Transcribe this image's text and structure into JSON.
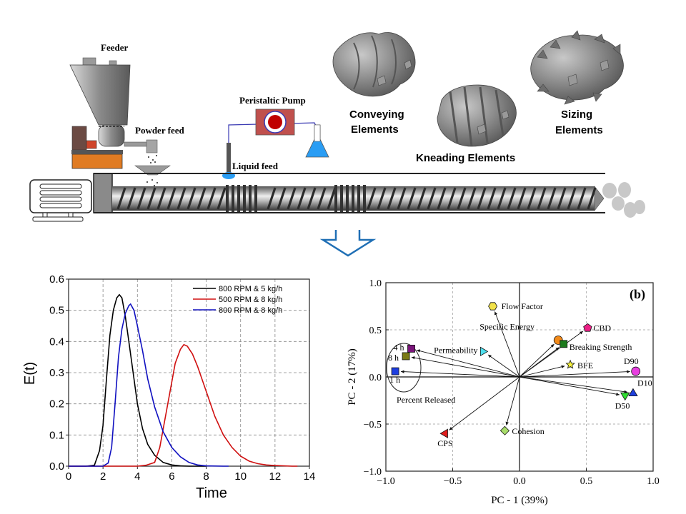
{
  "process": {
    "labels": {
      "feeder": "Feeder",
      "powder_feed": "Powder feed",
      "peristaltic_pump": "Peristaltic Pump",
      "liquid_feed": "Liquid feed",
      "conveying_1": "Conveying",
      "conveying_2": "Elements",
      "kneading": "Kneading Elements",
      "sizing_1": "Sizing",
      "sizing_2": "Elements"
    },
    "colors": {
      "feeder_metal": "#8a8a8a",
      "feeder_base": "#e07b22",
      "motor_box": "#6b4a43",
      "pump_body": "#c0504d",
      "pump_rotor": "#c00000",
      "liquid": "#2a9df4",
      "tube": "#3b3bb3",
      "screw": "#7a7a7a",
      "arrow": "#1f6fb5"
    }
  },
  "chart_data": [
    {
      "type": "line",
      "title": "",
      "xlabel": "Time",
      "ylabel": "E(t)",
      "xlim": [
        0,
        14
      ],
      "ylim": [
        0,
        0.6
      ],
      "xticks": [
        "0",
        "2",
        "4",
        "6",
        "8",
        "10",
        "12",
        "14"
      ],
      "yticks": [
        "0.0",
        "0.1",
        "0.2",
        "0.3",
        "0.4",
        "0.5",
        "0.6"
      ],
      "grid": true,
      "legend_position": "top-right",
      "series": [
        {
          "name": "800 RPM & 5 kg/h",
          "color": "#000000",
          "x": [
            0,
            1.0,
            1.5,
            1.8,
            2.0,
            2.2,
            2.4,
            2.6,
            2.8,
            2.95,
            3.1,
            3.3,
            3.5,
            3.8,
            4.0,
            4.3,
            4.6,
            5.0,
            5.5,
            6.0,
            6.5,
            7.0,
            8.0
          ],
          "y": [
            0,
            0,
            0.003,
            0.05,
            0.13,
            0.28,
            0.42,
            0.5,
            0.54,
            0.55,
            0.54,
            0.48,
            0.4,
            0.28,
            0.2,
            0.12,
            0.07,
            0.035,
            0.012,
            0.004,
            0.001,
            0,
            0
          ]
        },
        {
          "name": "500 RPM & 8 kg/h",
          "color": "#d01010",
          "x": [
            0,
            4.0,
            4.5,
            5.0,
            5.3,
            5.6,
            6.0,
            6.2,
            6.5,
            6.7,
            6.9,
            7.2,
            7.5,
            8.0,
            8.5,
            9.0,
            9.5,
            10.0,
            10.5,
            11.0,
            11.5,
            12.0,
            13.0,
            13.3
          ],
          "y": [
            0,
            0,
            0.003,
            0.012,
            0.06,
            0.15,
            0.27,
            0.33,
            0.375,
            0.39,
            0.385,
            0.36,
            0.32,
            0.24,
            0.16,
            0.1,
            0.06,
            0.032,
            0.016,
            0.008,
            0.004,
            0.002,
            0,
            0
          ]
        },
        {
          "name": "800 RPM & 8 kg/h",
          "color": "#1010c0",
          "x": [
            0,
            2.0,
            2.3,
            2.5,
            2.7,
            2.9,
            3.1,
            3.3,
            3.5,
            3.6,
            3.8,
            4.0,
            4.3,
            4.6,
            5.0,
            5.5,
            6.0,
            6.5,
            7.0,
            7.5,
            8.0,
            9.0,
            9.3
          ],
          "y": [
            0,
            0,
            0.01,
            0.06,
            0.2,
            0.35,
            0.44,
            0.49,
            0.515,
            0.52,
            0.5,
            0.45,
            0.37,
            0.28,
            0.19,
            0.11,
            0.06,
            0.03,
            0.012,
            0.004,
            0.001,
            0,
            0
          ]
        }
      ]
    },
    {
      "type": "scatter",
      "subtype": "biplot",
      "panel_label": "(b)",
      "xlabel": "PC - 1 (39%)",
      "ylabel": "PC - 2 (17%)",
      "xlim": [
        -1.0,
        1.0
      ],
      "ylim": [
        -1.0,
        1.0
      ],
      "xticks": [
        "−1.0",
        "−0.5",
        "0.0",
        "0.5",
        "1.0"
      ],
      "yticks": [
        "−1.0",
        "−0.5",
        "0.0",
        "0.5",
        "1.0"
      ],
      "grid": true,
      "group_annotation": "Percent Released",
      "points": [
        {
          "label": "Flow Factor",
          "x": -0.2,
          "y": 0.75,
          "marker": "hexagon",
          "color": "#f2e24a"
        },
        {
          "label": "Specific Energy",
          "x": 0.29,
          "y": 0.39,
          "marker": "circle",
          "color": "#f28a1a"
        },
        {
          "label": "CBD",
          "x": 0.51,
          "y": 0.52,
          "marker": "pentagon",
          "color": "#ec1f86"
        },
        {
          "label": "Breaking Strength",
          "x": 0.33,
          "y": 0.35,
          "marker": "square",
          "color": "#1c7a1c"
        },
        {
          "label": "BFE",
          "x": 0.38,
          "y": 0.13,
          "marker": "star",
          "color": "#f5f03a"
        },
        {
          "label": "D90",
          "x": 0.87,
          "y": 0.06,
          "marker": "circle",
          "color": "#e83ee0"
        },
        {
          "label": "D10",
          "x": 0.85,
          "y": -0.17,
          "marker": "triangle-up",
          "color": "#1f3fdd"
        },
        {
          "label": "D50",
          "x": 0.79,
          "y": -0.2,
          "marker": "triangle-down",
          "color": "#2fdc2f"
        },
        {
          "label": "Permeability",
          "x": -0.27,
          "y": 0.27,
          "marker": "triangle-right",
          "color": "#4fe0ee"
        },
        {
          "label": "4 h",
          "x": -0.81,
          "y": 0.3,
          "marker": "square",
          "color": "#7a157a"
        },
        {
          "label": "8 h",
          "x": -0.85,
          "y": 0.22,
          "marker": "square",
          "color": "#7a7a14"
        },
        {
          "label": "1 h",
          "x": -0.93,
          "y": 0.06,
          "marker": "square",
          "color": "#1e3ee0"
        },
        {
          "label": "CPS",
          "x": -0.56,
          "y": -0.6,
          "marker": "triangle-left",
          "color": "#e01e1e"
        },
        {
          "label": "Cohesion",
          "x": -0.11,
          "y": -0.57,
          "marker": "diamond",
          "color": "#a8dc6a"
        }
      ]
    }
  ]
}
